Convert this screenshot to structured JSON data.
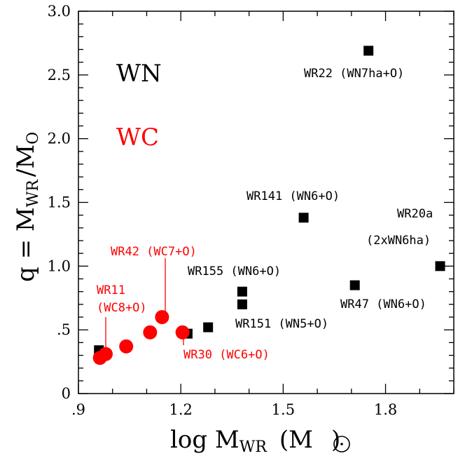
{
  "chart_data": {
    "type": "scatter",
    "xlabel": {
      "main": "log M",
      "sub": "WR",
      "unit": "(M",
      "unit_close": ")"
    },
    "ylabel": {
      "lhs": "q = M",
      "sub_num": "WR",
      "slash": "/M",
      "sub_den": "O"
    },
    "xlim": [
      0.9,
      2.0
    ],
    "ylim": [
      0,
      3.0
    ],
    "xticks": [
      {
        "value": 0.9,
        "label": ".9"
      },
      {
        "value": 1.2,
        "label": "1.2"
      },
      {
        "value": 1.5,
        "label": "1.5"
      },
      {
        "value": 1.8,
        "label": "1.8"
      }
    ],
    "yticks": [
      {
        "value": 0,
        "label": "0"
      },
      {
        "value": 0.5,
        "label": ".5"
      },
      {
        "value": 1.0,
        "label": "1.0"
      },
      {
        "value": 1.5,
        "label": "1.5"
      },
      {
        "value": 2.0,
        "label": "2.0"
      },
      {
        "value": 2.5,
        "label": "2.5"
      },
      {
        "value": 3.0,
        "label": "3.0"
      }
    ],
    "series": [
      {
        "name": "WN",
        "color": "#000000",
        "marker": "square",
        "points": [
          {
            "x": 0.96,
            "y": 0.34
          },
          {
            "x": 1.22,
            "y": 0.47
          },
          {
            "x": 1.28,
            "y": 0.52
          },
          {
            "x": 1.38,
            "y": 0.8
          },
          {
            "x": 1.38,
            "y": 0.7
          },
          {
            "x": 1.56,
            "y": 1.38
          },
          {
            "x": 1.71,
            "y": 0.85
          },
          {
            "x": 1.75,
            "y": 2.69
          },
          {
            "x": 1.96,
            "y": 1.0
          }
        ]
      },
      {
        "name": "WC",
        "color": "#ff0000",
        "marker": "circle",
        "points": [
          {
            "x": 0.963,
            "y": 0.28
          },
          {
            "x": 0.98,
            "y": 0.31
          },
          {
            "x": 1.04,
            "y": 0.37
          },
          {
            "x": 1.11,
            "y": 0.48
          },
          {
            "x": 1.145,
            "y": 0.6
          },
          {
            "x": 1.205,
            "y": 0.48
          }
        ]
      }
    ],
    "annotations": [
      {
        "text": "WR22 (WN7ha+O)",
        "color": "#000000"
      },
      {
        "text": "WR141 (WN6+O)",
        "color": "#000000"
      },
      {
        "text": "WR20a",
        "color": "#000000"
      },
      {
        "text": "(2xWN6ha)",
        "color": "#000000"
      },
      {
        "text": "WR155 (WN6+O)",
        "color": "#000000"
      },
      {
        "text": "WR47 (WN6+O)",
        "color": "#000000"
      },
      {
        "text": "WR151 (WN5+O)",
        "color": "#000000"
      },
      {
        "text": "WR42 (WC7+O)",
        "color": "#ff0000"
      },
      {
        "text": "WR11",
        "color": "#ff0000"
      },
      {
        "text": "(WC8+O)",
        "color": "#ff0000"
      },
      {
        "text": "WR30 (WC6+O)",
        "color": "#ff0000"
      }
    ],
    "group_labels": [
      {
        "text": "WN",
        "color": "#000000"
      },
      {
        "text": "WC",
        "color": "#ff0000"
      }
    ]
  }
}
